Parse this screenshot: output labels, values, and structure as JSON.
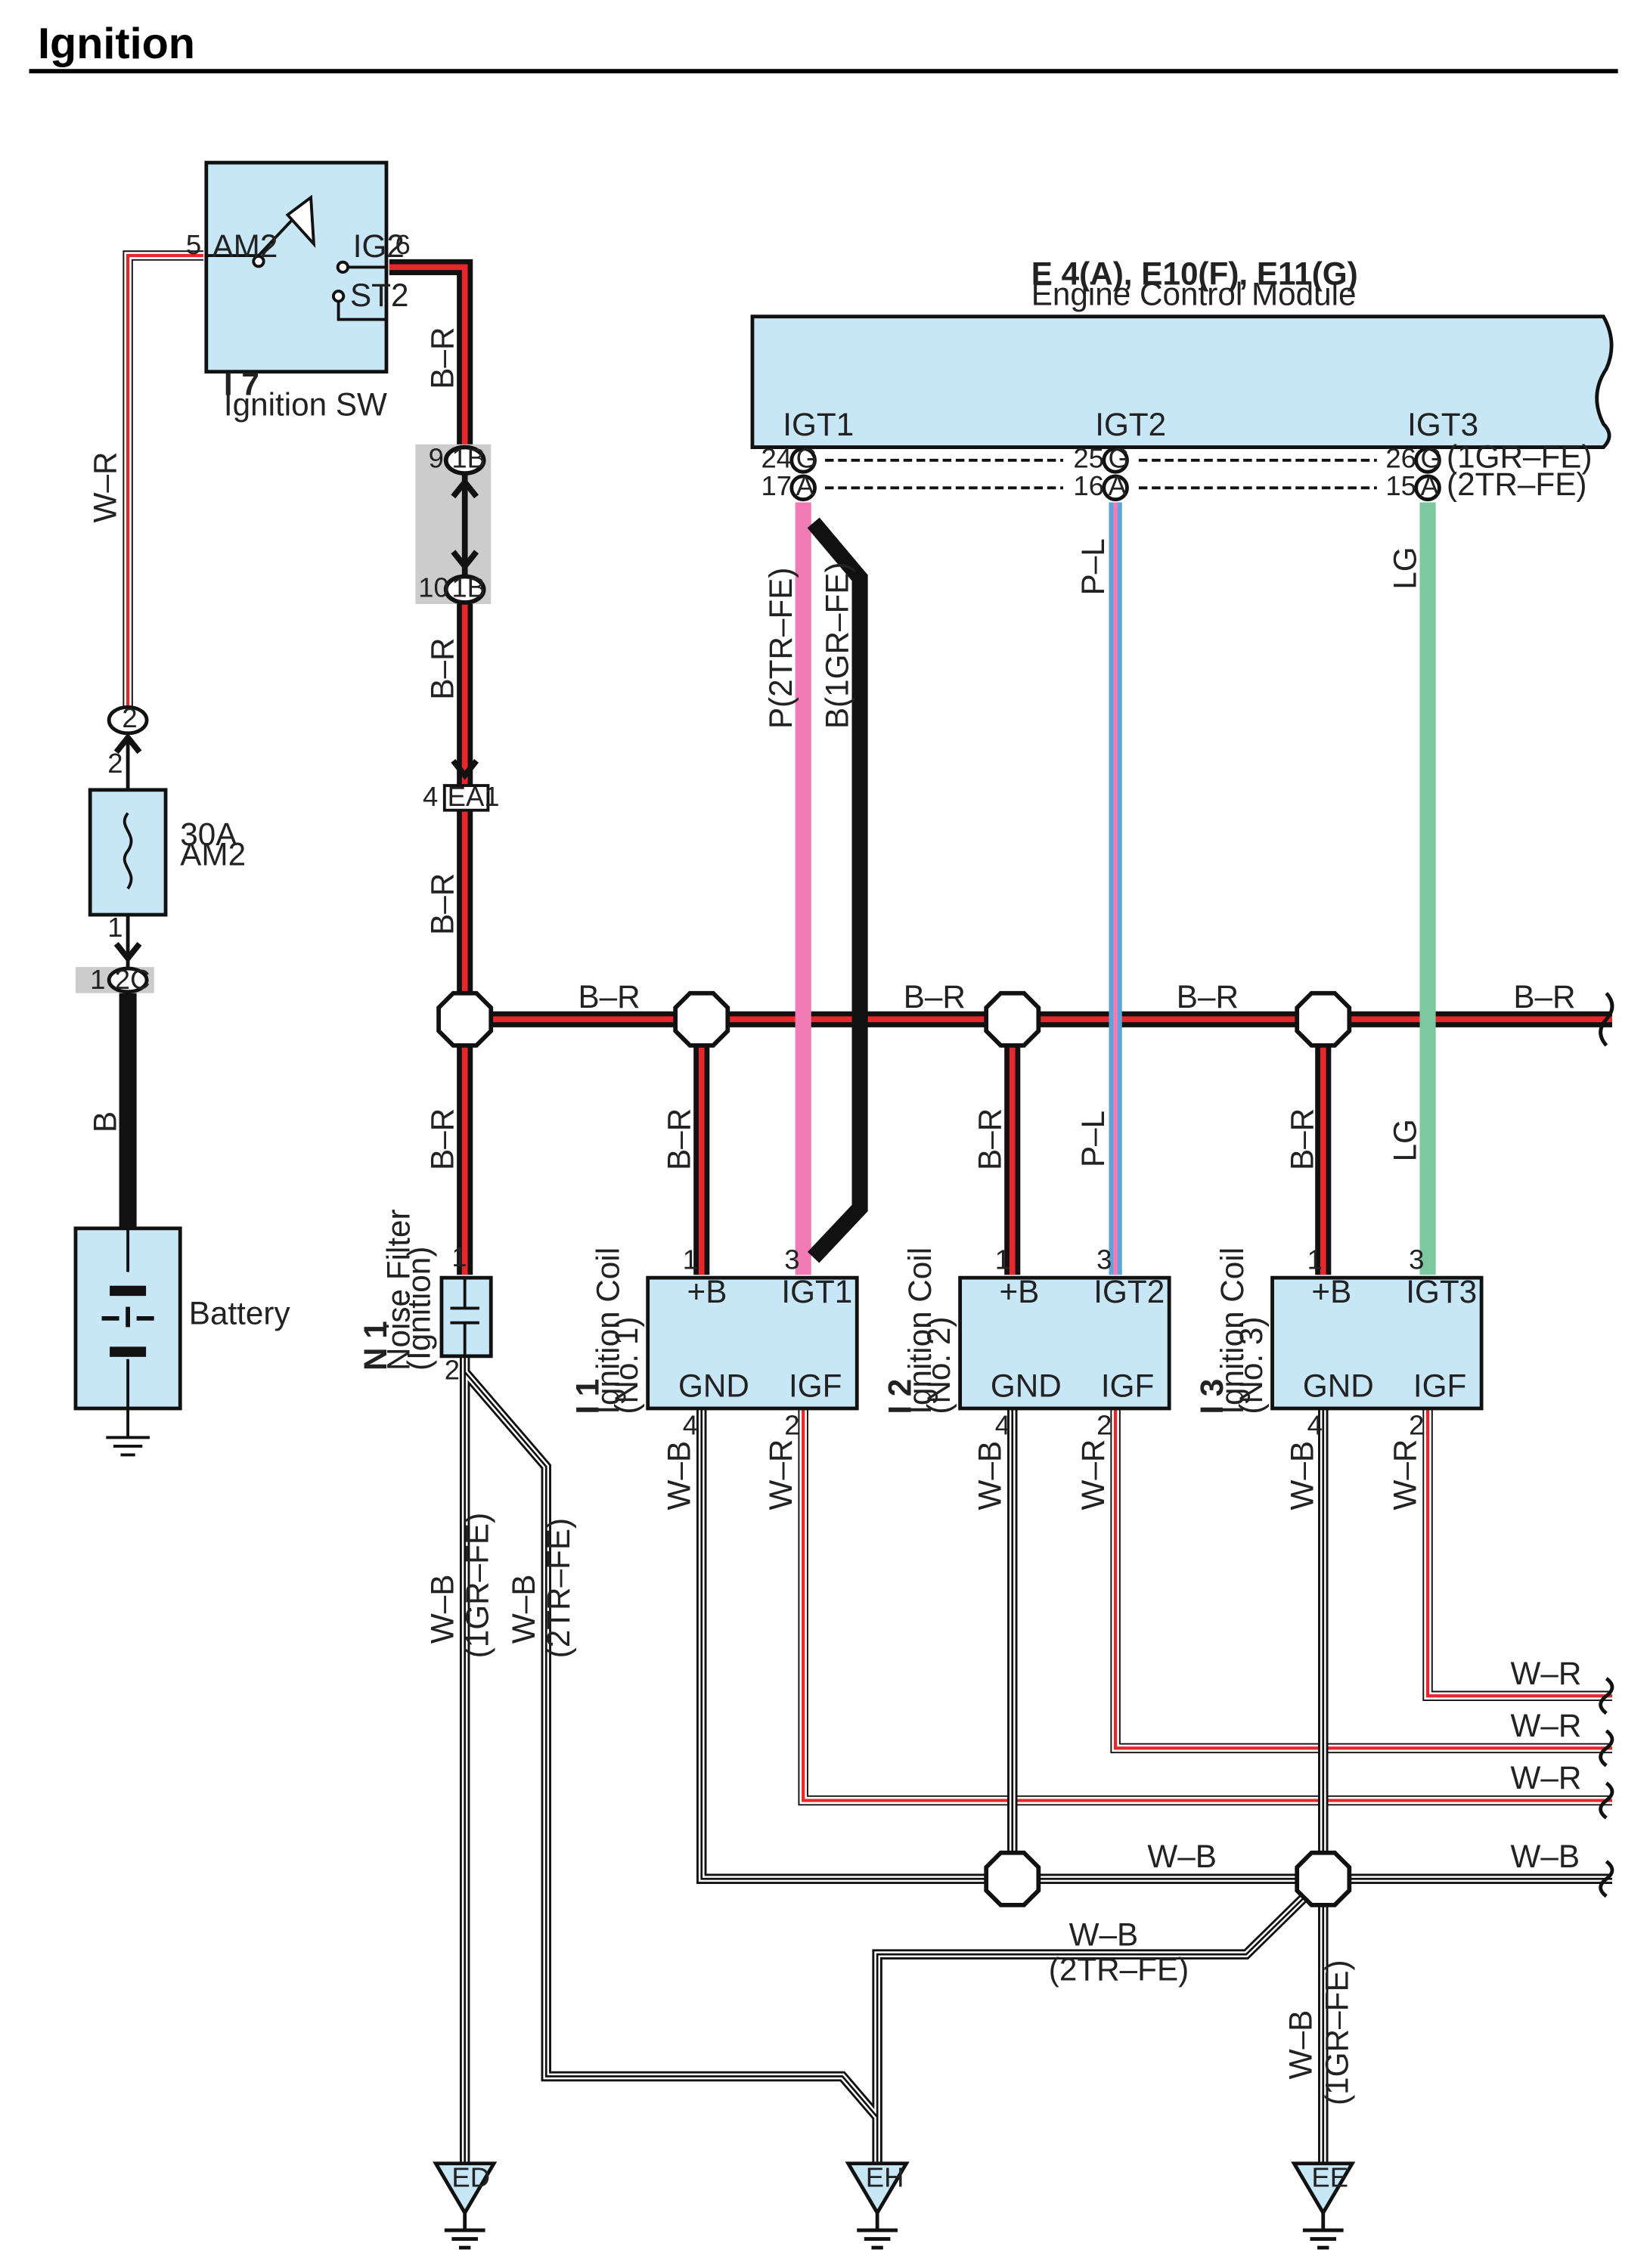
{
  "page": {
    "title": "Ignition"
  },
  "colors": {
    "component_fill": "#c7e6f6",
    "red": "#e8272d",
    "black": "#111111",
    "pink": "#f07bb5",
    "blue": "#59a5dc",
    "green": "#7cc8a0",
    "connector_gray": "#cccccc"
  },
  "ignition_switch": {
    "id": "I 7",
    "name": "Ignition SW",
    "am2": "AM2",
    "ig2": "IG2",
    "st2": "ST2",
    "pin_am2": "5",
    "pin_ig2": "6"
  },
  "fuse": {
    "rating": "30A",
    "name": "AM2",
    "pin_top": "2",
    "pin_bottom": "1",
    "junction_top": "2",
    "connector": "2C",
    "connector_pin": "1"
  },
  "battery": {
    "name": "Battery",
    "ground_icon": "ground-icon"
  },
  "connector_1b": {
    "code": "1B",
    "pin_top": "9",
    "pin_bottom": "10"
  },
  "connector_ea1": {
    "code": "EA1",
    "pin": "4"
  },
  "noise_filter": {
    "id": "N 1",
    "name": "Noise Filter",
    "sub": "(Ignition)",
    "pin_in": "1",
    "pin_out": "2"
  },
  "ecm": {
    "ids": "E 4(A), E10(F), E11(G)",
    "name": "Engine Control Module",
    "terminals": [
      "IGT1",
      "IGT2",
      "IGT3"
    ],
    "pins_g": [
      "24",
      "25",
      "26"
    ],
    "pins_a": [
      "17",
      "16",
      "15"
    ],
    "conn_g": "G",
    "conn_a": "A",
    "engine_g": "(1GR–FE)",
    "engine_a": "(2TR–FE)"
  },
  "coils": [
    {
      "id": "I 1",
      "name": "Ignition Coil",
      "no": "(No. 1)",
      "b": "+B",
      "igt": "IGT1",
      "gnd": "GND",
      "igf": "IGF",
      "p1": "1",
      "p3": "3",
      "p4": "4",
      "p2": "2"
    },
    {
      "id": "I 2",
      "name": "Ignition Coil",
      "no": "(No. 2)",
      "b": "+B",
      "igt": "IGT2",
      "gnd": "GND",
      "igf": "IGF",
      "p1": "1",
      "p3": "3",
      "p4": "4",
      "p2": "2"
    },
    {
      "id": "I 3",
      "name": "Ignition Coil",
      "no": "(No. 3)",
      "b": "+B",
      "igt": "IGT3",
      "gnd": "GND",
      "igf": "IGF",
      "p1": "1",
      "p3": "3",
      "p4": "4",
      "p2": "2"
    }
  ],
  "wires": {
    "w_r": "W–R",
    "b_r": "B–R",
    "b": "B",
    "w_b": "W–B",
    "p_l": "P–L",
    "lg": "LG",
    "p_2tr": "P(2TR–FE)",
    "b_1gr": "B(1GR–FE)",
    "eng_1gr": "(1GR–FE)",
    "eng_2tr": "(2TR–FE)"
  },
  "grounds": [
    "ED",
    "EH",
    "EE"
  ]
}
